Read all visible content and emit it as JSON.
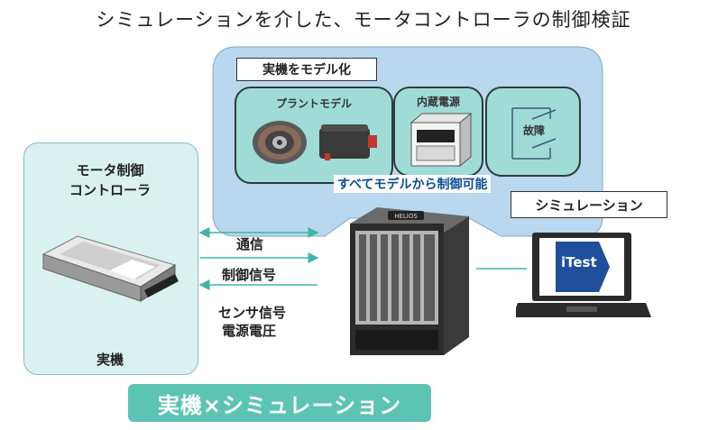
{
  "title": "シミュレーションを介した、モータコントローラの制御検証",
  "simulation_area": {
    "label": "実機をモデル化",
    "boxes": [
      {
        "label": "プラントモデル"
      },
      {
        "label": "内蔵電源"
      },
      {
        "label": "故障"
      }
    ],
    "callout": "すべてモデルから制御可能"
  },
  "real_device": {
    "title_line1": "モータ制御",
    "title_line2": "コントローラ",
    "footer": "実機"
  },
  "signals": {
    "comm": "通信",
    "control": "制御信号",
    "sensor": "センサ信号",
    "power": "電源電圧"
  },
  "simulation_label": "シミュレーション",
  "laptop_logo": "iTest",
  "hil_brand": "HELIOS",
  "banner": "実機×シミュレーション",
  "colors": {
    "blue_region": "#b9d7ef",
    "teal_box": "#9fdcd6",
    "left_panel": "#d9f2f0",
    "banner": "#5cc4b2",
    "callout_text": "#0d4d94",
    "arrow": "#3fb5a8"
  }
}
